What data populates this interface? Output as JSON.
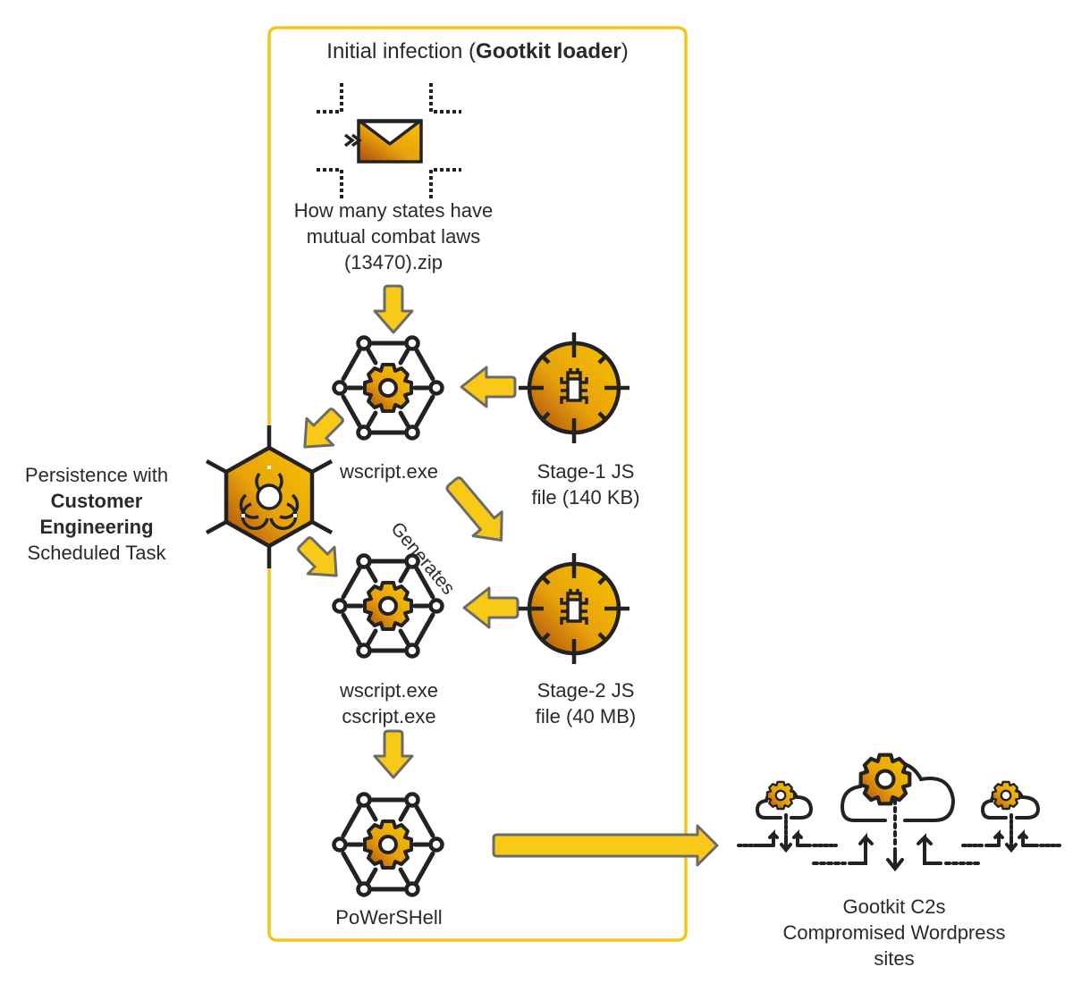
{
  "diagram": {
    "title": {
      "prefix": "Initial infection (",
      "bold": "Gootkit loader",
      "suffix": ")"
    },
    "colors": {
      "frame_border": "#f5c518",
      "arrow_fill": "#f8c916",
      "arrow_stroke": "#6b6b6b",
      "icon_gradient_light": "#f2b705",
      "icon_gradient_dark": "#b5530f",
      "icon_stroke": "#222222"
    },
    "nodes": {
      "email": {
        "icon": "email-icon",
        "label_lines": [
          "How many states have",
          "mutual combat laws",
          "(13470).zip"
        ]
      },
      "wscript1": {
        "icon": "process-network-icon",
        "label_lines": [
          "wscript.exe"
        ]
      },
      "stage1": {
        "icon": "bug-target-icon",
        "label_lines": [
          "Stage-1 JS",
          "file (140 KB)"
        ]
      },
      "persistence": {
        "icon": "biohazard-icon",
        "line1": "Persistence with",
        "line2_bold": "Customer",
        "line3_bold": "Engineering",
        "line4": "Scheduled Task"
      },
      "wscript2": {
        "icon": "process-network-icon",
        "label_lines": [
          "wscript.exe",
          "cscript.exe"
        ]
      },
      "stage2": {
        "icon": "bug-target-icon",
        "label_lines": [
          "Stage-2 JS",
          "file (40 MB)"
        ]
      },
      "powershell": {
        "icon": "process-network-icon",
        "label_lines": [
          "PoWerSHell"
        ]
      },
      "c2": {
        "icon": "cloud-network-icon",
        "label_lines": [
          "Gootkit C2s",
          "Compromised Wordpress",
          "sites"
        ]
      }
    },
    "edge_labels": {
      "generates": "Generates"
    }
  }
}
